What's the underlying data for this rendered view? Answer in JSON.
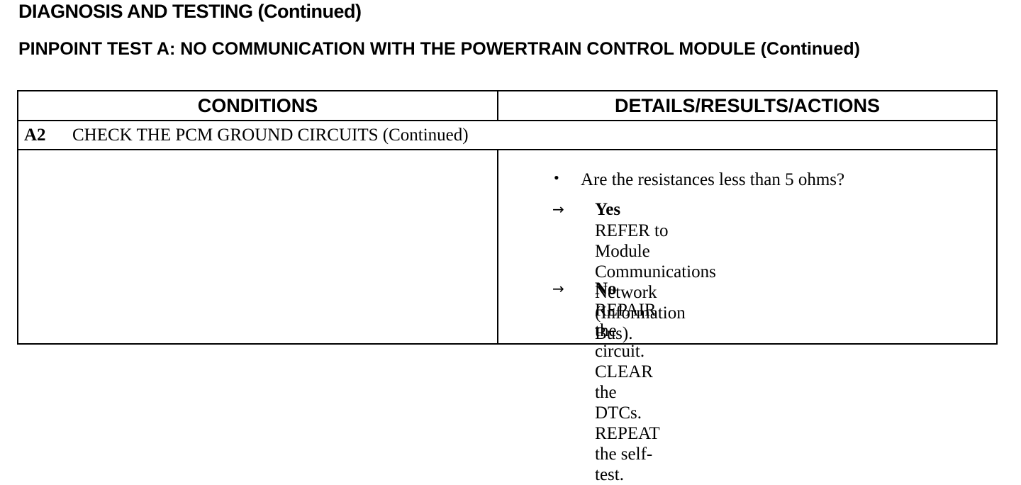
{
  "header": {
    "section_title": "DIAGNOSIS AND TESTING (Continued)",
    "test_title": "PINPOINT TEST A: NO COMMUNICATION WITH THE POWERTRAIN CONTROL MODULE (Continued)"
  },
  "table": {
    "columns": [
      "CONDITIONS",
      "DETAILS/RESULTS/ACTIONS"
    ],
    "step": {
      "id": "A2",
      "title": "CHECK THE PCM GROUND CIRCUITS (Continued)"
    },
    "details": {
      "bullet": "•",
      "question": "Are the resistances less than 5 ohms?",
      "results": [
        {
          "arrow": "→",
          "label": "Yes",
          "action": "REFER to Module Communications\nNetwork (Information Bus)."
        },
        {
          "arrow": "→",
          "label": "No",
          "action": "REPAIR the circuit. CLEAR the DTCs.\nREPEAT the self-test."
        }
      ]
    }
  }
}
